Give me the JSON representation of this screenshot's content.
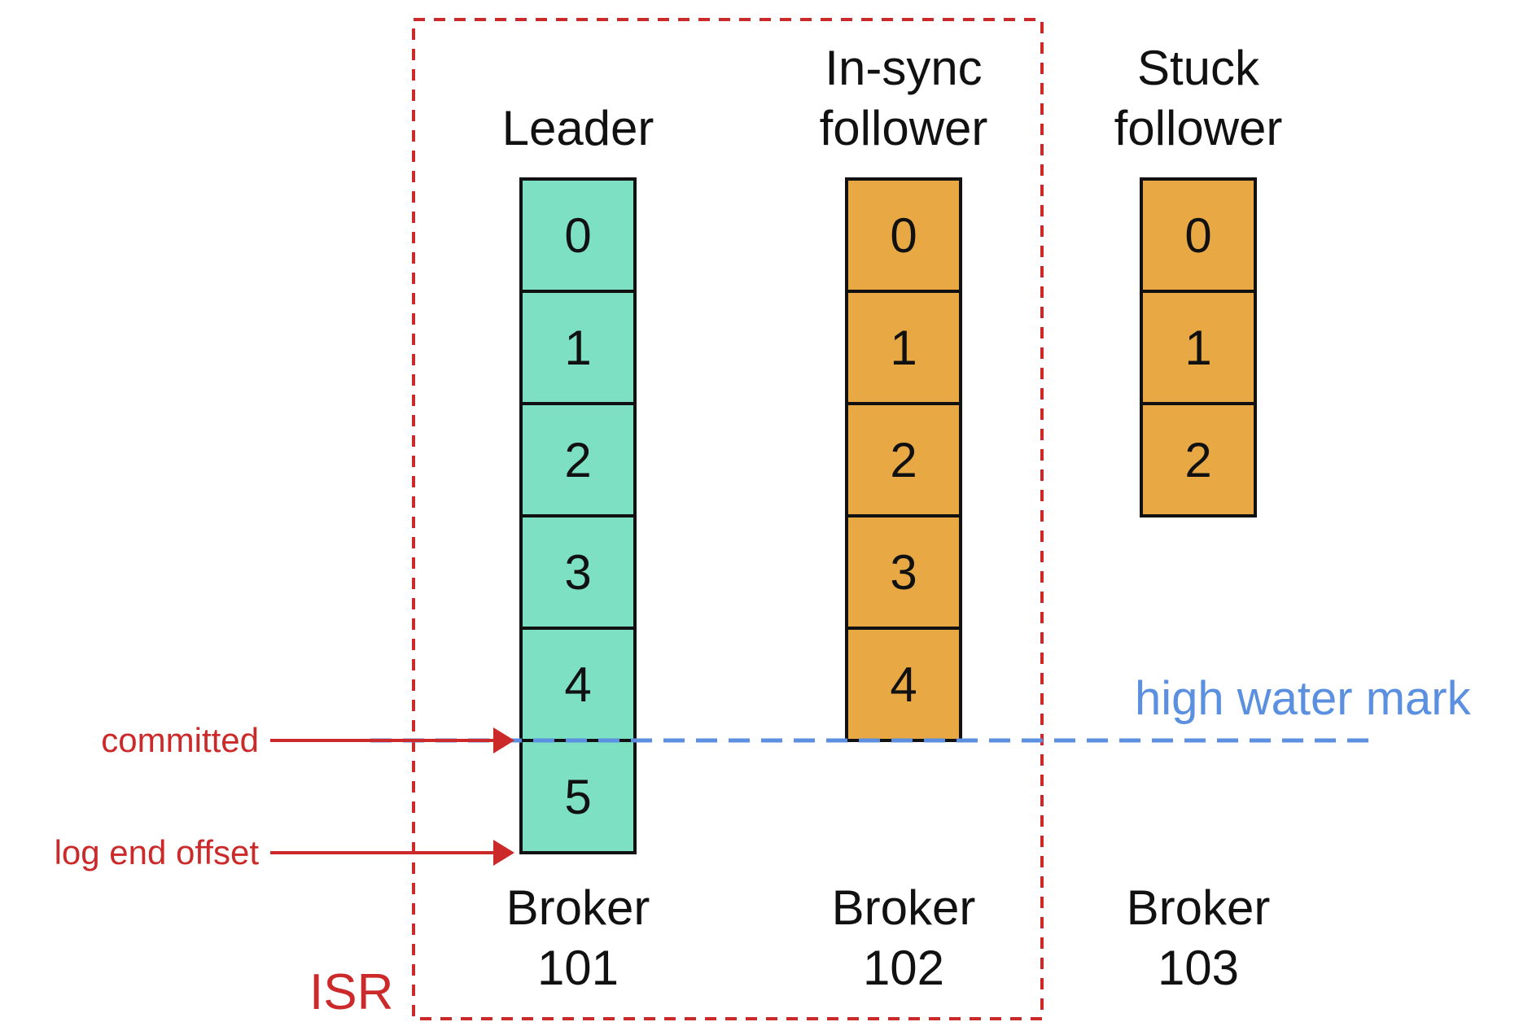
{
  "colors": {
    "leader_fill": "#7ee0c3",
    "follower_fill": "#e8a844",
    "cell_stroke": "#111111",
    "isr_red": "#cc2a2a",
    "hwm_blue": "#5b8fe0",
    "text": "#111111"
  },
  "isr": {
    "label": "ISR"
  },
  "high_water_mark": {
    "label": "high water mark"
  },
  "markers": [
    {
      "label": "committed",
      "offset": 5
    },
    {
      "label": "log end offset",
      "offset": 6
    }
  ],
  "brokers": [
    {
      "role_lines": [
        "Leader"
      ],
      "name_lines": [
        "Broker",
        "101"
      ],
      "cells": [
        "0",
        "1",
        "2",
        "3",
        "4",
        "5"
      ],
      "type": "leader",
      "in_isr": true
    },
    {
      "role_lines": [
        "In-sync",
        "follower"
      ],
      "name_lines": [
        "Broker",
        "102"
      ],
      "cells": [
        "0",
        "1",
        "2",
        "3",
        "4"
      ],
      "type": "follower",
      "in_isr": true
    },
    {
      "role_lines": [
        "Stuck",
        "follower"
      ],
      "name_lines": [
        "Broker",
        "103"
      ],
      "cells": [
        "0",
        "1",
        "2"
      ],
      "type": "follower",
      "in_isr": false
    }
  ]
}
